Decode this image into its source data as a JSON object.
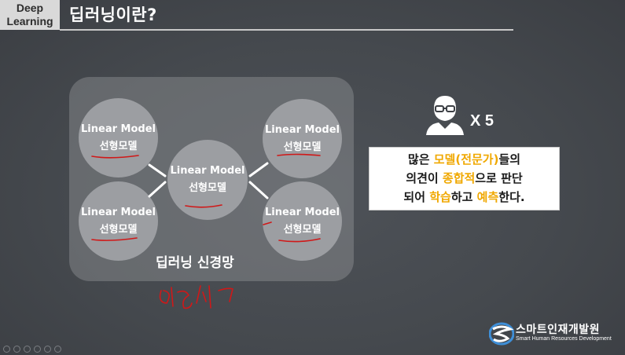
{
  "header": {
    "badge_line1": "Deep",
    "badge_line2": "Learning",
    "title": "딥러닝이란?"
  },
  "network": {
    "nodes": [
      {
        "label": "Linear Model",
        "sublabel": "선형모델"
      },
      {
        "label": "Linear Model",
        "sublabel": "선형모델"
      },
      {
        "label": "Linear Model",
        "sublabel": "선형모델"
      },
      {
        "label": "Linear Model",
        "sublabel": "선형모델"
      },
      {
        "label": "Linear Model",
        "sublabel": "선형모델"
      }
    ],
    "caption": "딥러닝 신경망"
  },
  "expert": {
    "icon": "person-glasses-icon",
    "multiplier": "X 5"
  },
  "callout": {
    "p1": "많은 ",
    "h1": "모델(전문가)",
    "p2": "들의",
    "p3": "의견이 ",
    "h2": "종합적",
    "p4": "으로 판단",
    "p5": "되어 ",
    "h3": "학습",
    "p6": "하고 ",
    "h4": "예측",
    "p7": "한다."
  },
  "logo": {
    "name": "스마트인재개발원",
    "subtitle": "Smart Human Resources Development"
  },
  "colors": {
    "accent": "#f0a800",
    "annotation": "#d01818"
  }
}
